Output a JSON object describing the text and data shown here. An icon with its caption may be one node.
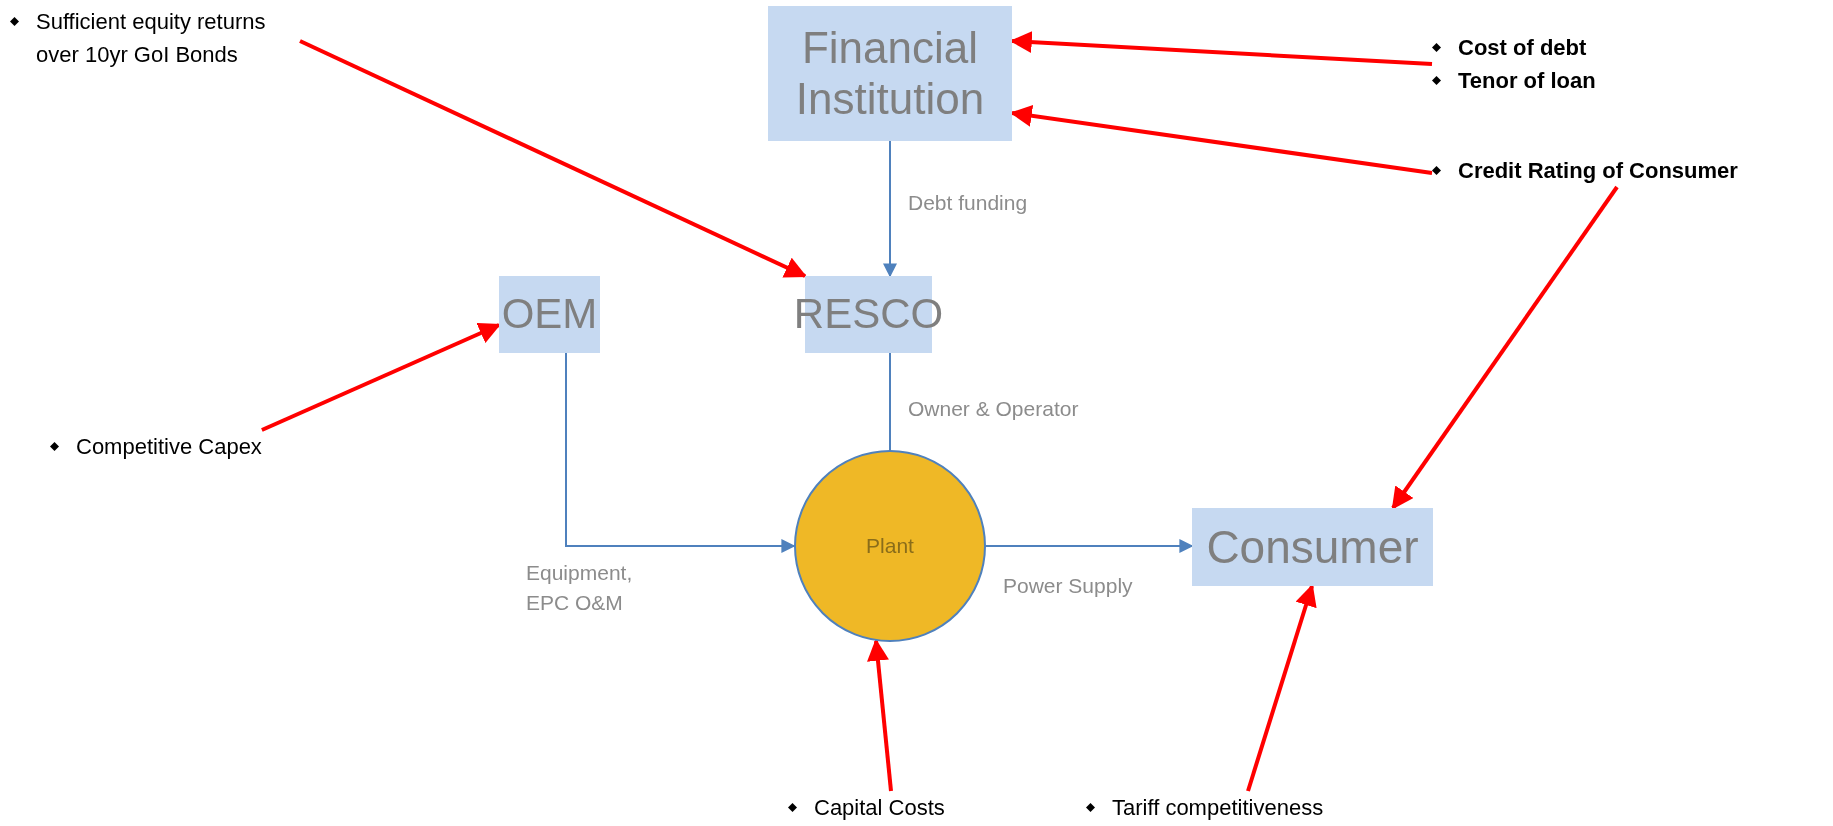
{
  "diagram": {
    "nodes": [
      {
        "text": [
          "Financial Institution"
        ]
      },
      {
        "text": [
          "OEM"
        ]
      },
      {
        "text": [
          "RESCO"
        ]
      },
      {
        "text": [
          "Plant"
        ]
      },
      {
        "text": [
          "Consumer"
        ]
      },
      {
        "text": [
          "Sufficient equity returns over 10yr GoI Bonds"
        ]
      },
      {
        "text": [
          "Cost of debt",
          "Tenor of loan"
        ]
      },
      {
        "text": [
          "Credit Rating of Consumer"
        ]
      },
      {
        "text": [
          "Competitive Capex"
        ]
      },
      {
        "text": [
          "Capital Costs"
        ]
      },
      {
        "text": [
          "Tariff competitiveness"
        ]
      }
    ],
    "edges": [
      {
        "from": 0,
        "to": 2,
        "arrow": "to",
        "label": "Debt funding",
        "color": "#4f81bd"
      },
      {
        "from": 2,
        "to": 3,
        "arrow": "none",
        "label": "Owner & Operator",
        "color": "#4f81bd"
      },
      {
        "from": 1,
        "to": 3,
        "arrow": "to",
        "label": "Equipment, EPC O&M",
        "color": "#4f81bd"
      },
      {
        "from": 3,
        "to": 4,
        "arrow": "to",
        "label": "Power Supply",
        "color": "#4f81bd"
      },
      {
        "from": 5,
        "to": 2,
        "arrow": "to"
      },
      {
        "from": 6,
        "to": 0,
        "arrow": "to"
      },
      {
        "from": 7,
        "to": 0,
        "arrow": "to"
      },
      {
        "from": 7,
        "to": 4,
        "arrow": "to"
      },
      {
        "from": 8,
        "to": 1,
        "arrow": "to"
      },
      {
        "from": 9,
        "to": 3,
        "arrow": "to"
      },
      {
        "from": 10,
        "to": 4,
        "arrow": "to"
      }
    ]
  }
}
